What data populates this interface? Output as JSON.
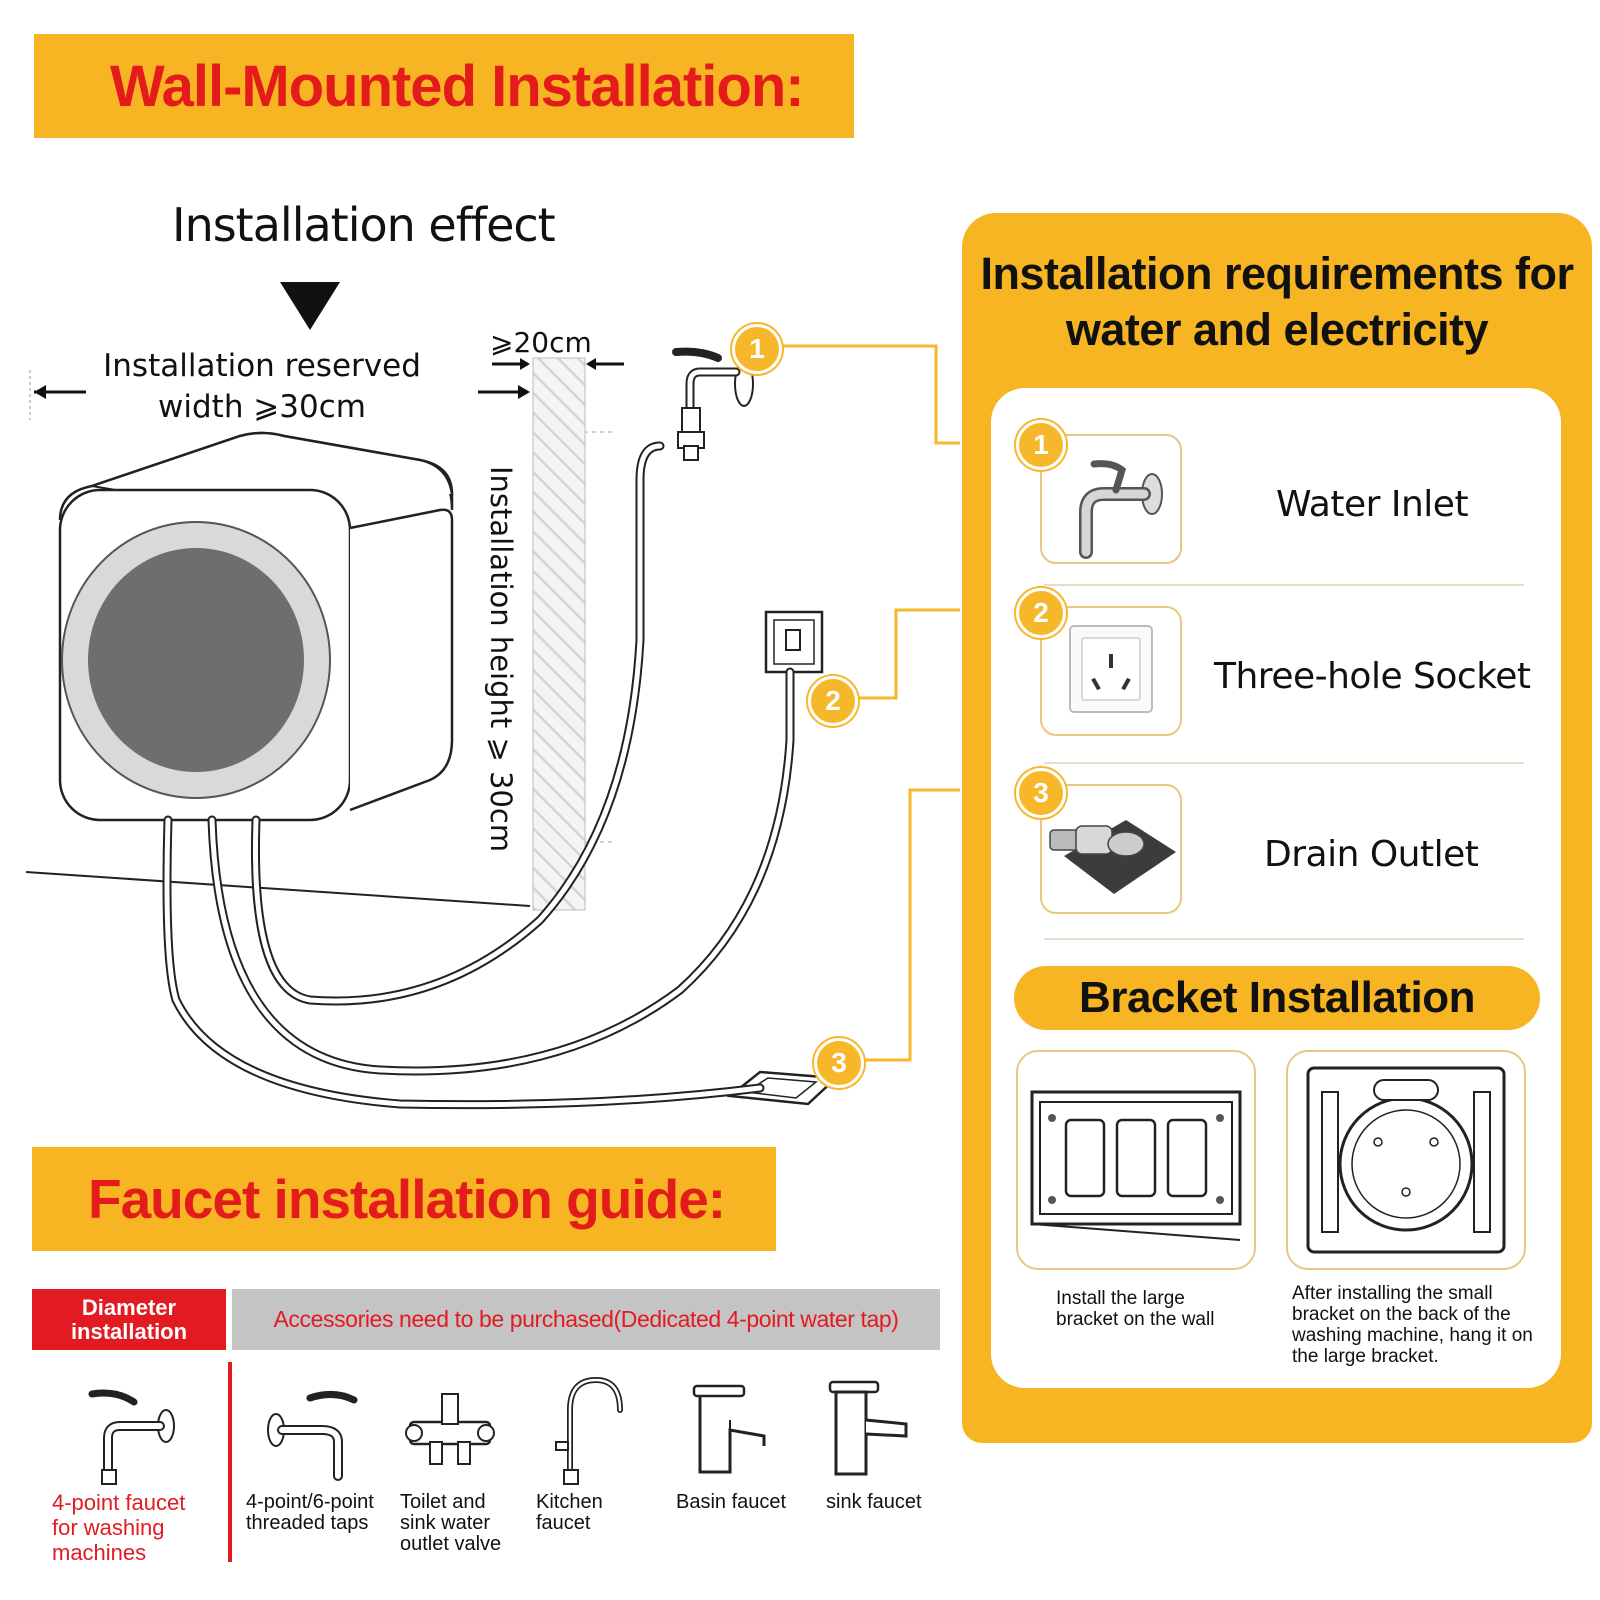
{
  "banner_title": "Wall-Mounted Installation:",
  "installation_effect": {
    "title": "Installation effect",
    "reserved_width": "Installation reserved width ⩾30cm",
    "gap": "⩾20cm",
    "height": "Installation height ⩾ 30cm",
    "callouts": [
      "1",
      "2",
      "3"
    ]
  },
  "requirements": {
    "title": "Installation requirements for water and electricity",
    "items": [
      {
        "number": "1",
        "label": "Water Inlet",
        "icon": "faucet-icon"
      },
      {
        "number": "2",
        "label": "Three-hole Socket",
        "icon": "socket-icon"
      },
      {
        "number": "3",
        "label": "Drain Outlet",
        "icon": "drain-outlet-icon"
      }
    ]
  },
  "bracket": {
    "title": "Bracket Installation",
    "steps": [
      {
        "caption": "Install the large bracket on the wall",
        "icon": "large-bracket-icon"
      },
      {
        "caption": "After installing the small bracket on the back of the washing machine, hang it on the large bracket.",
        "icon": "small-bracket-icon"
      }
    ]
  },
  "faucet_guide": {
    "title": "Faucet installation guide:",
    "diameter_label": "Diameter installation",
    "accessories_note": "Accessories need to be purchased(Dedicated 4-point water tap)",
    "faucets": [
      {
        "label": "4-point faucet for washing machines",
        "icon": "washing-machine-faucet-icon",
        "highlight_color": "#e21b23"
      },
      {
        "label": "4-point/6-point threaded taps",
        "icon": "threaded-tap-icon"
      },
      {
        "label": "Toilet and sink water outlet valve",
        "icon": "outlet-valve-icon"
      },
      {
        "label": "Kitchen faucet",
        "icon": "kitchen-faucet-icon"
      },
      {
        "label": "Basin faucet",
        "icon": "basin-faucet-icon"
      },
      {
        "label": "sink faucet",
        "icon": "sink-faucet-icon"
      }
    ]
  },
  "colors": {
    "accent": "#f8b523",
    "title_red": "#e41b1b",
    "badge": "#f6b72a"
  }
}
